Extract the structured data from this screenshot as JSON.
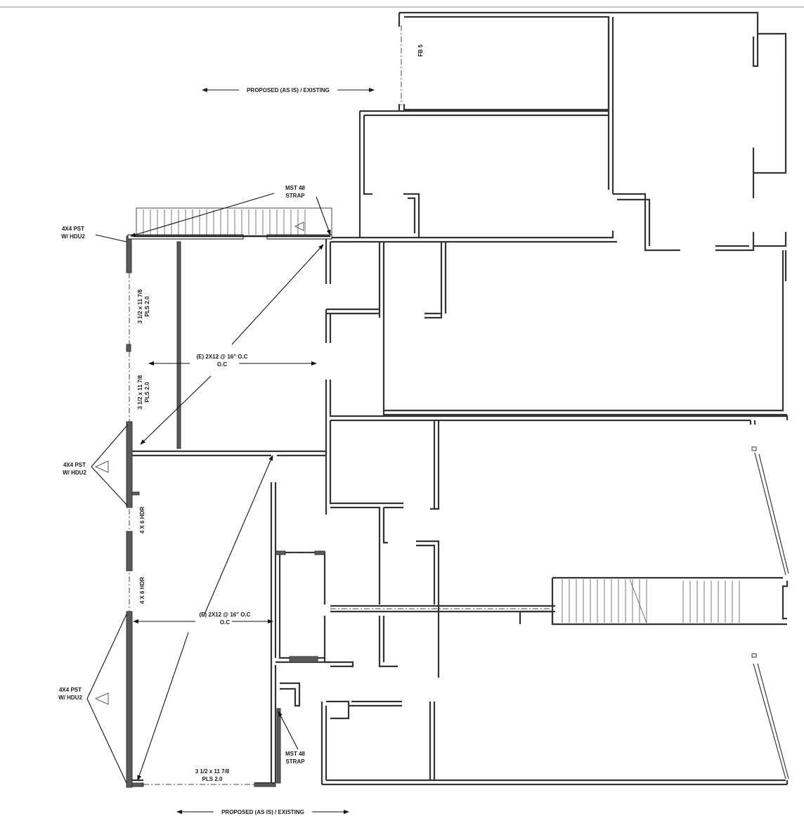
{
  "labels": {
    "proposed_top": "PROPOSED (AS IS) / EXISTING",
    "proposed_bottom": "PROPOSED (AS IS) / EXISTING",
    "fb5": "FB 5",
    "mst_top_1": "MST 48",
    "mst_top_2": "STRAP",
    "mst_bottom_1": "MST 48",
    "mst_bottom_2": "STRAP",
    "pst_top_1": "4X4 PST",
    "pst_top_2": "W/ HDU2",
    "pst_mid_1": "4X4 PST",
    "pst_mid_2": "W/ HDU2",
    "pst_bot_1": "4X4 PST",
    "pst_bot_2": "W/ HDU2",
    "beam_upper_1": "3 1/2 x 11 7/8",
    "beam_upper_2": "PLS 2.0",
    "beam_lower_1": "3 1/2 x 11 7/8",
    "beam_lower_2": "PLS 2.0",
    "joist_upper_1": "(E) 2X12 @ 16\" O.C",
    "joist_upper_2": "O.C",
    "joist_lower_1": "(E) 2X12 @ 16\" O.C",
    "joist_lower_2": "O.C",
    "hdr_1": "4 X 6 HDR",
    "hdr_2": "4 X 6 HDR",
    "beam_bottom_1": "3 1/2 x 11 7/8",
    "beam_bottom_2": "PLS 2.0"
  }
}
